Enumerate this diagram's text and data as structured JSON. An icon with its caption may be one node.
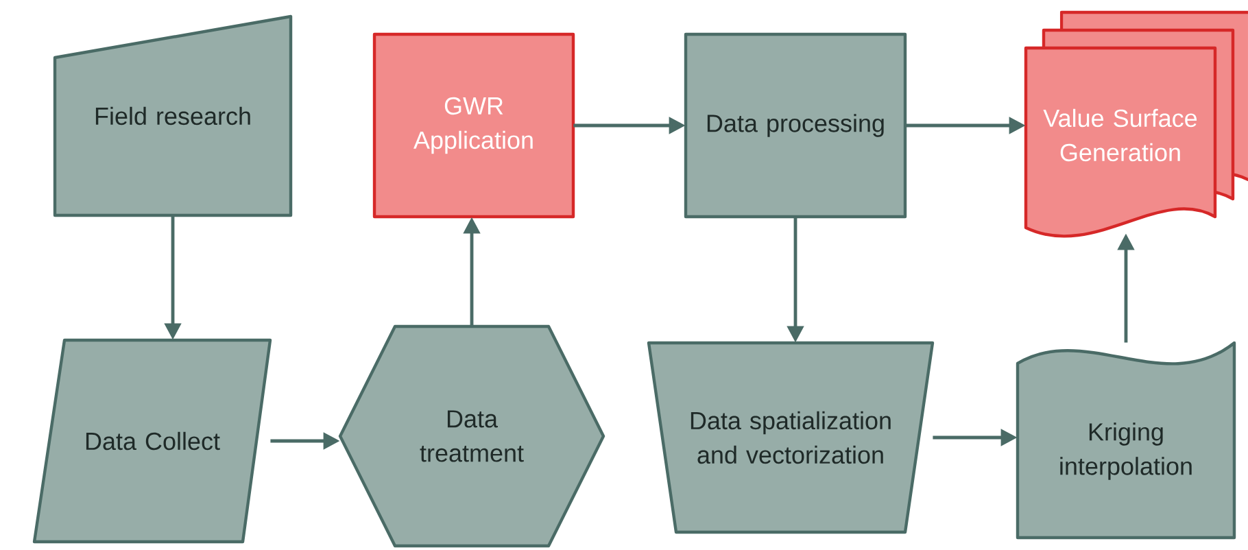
{
  "diagram": {
    "nodes": [
      {
        "text": [
          "Field research"
        ]
      },
      {
        "text": [
          "Data Collect"
        ]
      },
      {
        "text": [
          "Data treatment"
        ]
      },
      {
        "text": [
          "GWR Application"
        ]
      },
      {
        "text": [
          "Data processing"
        ]
      },
      {
        "text": [
          "Data spatialization and vectorization"
        ]
      },
      {
        "text": [
          "Kriging interpolation"
        ]
      },
      {
        "text": [
          "Value Surface Generation"
        ]
      }
    ],
    "edges": [
      {
        "from": 0,
        "to": 1,
        "arrow": "to"
      },
      {
        "from": 1,
        "to": 2,
        "arrow": "to"
      },
      {
        "from": 2,
        "to": 3,
        "arrow": "to"
      },
      {
        "from": 3,
        "to": 4,
        "arrow": "to"
      },
      {
        "from": 4,
        "to": 7,
        "arrow": "to"
      },
      {
        "from": 4,
        "to": 5,
        "arrow": "to"
      },
      {
        "from": 5,
        "to": 6,
        "arrow": "to"
      },
      {
        "from": 6,
        "to": 7,
        "arrow": "to"
      }
    ]
  }
}
